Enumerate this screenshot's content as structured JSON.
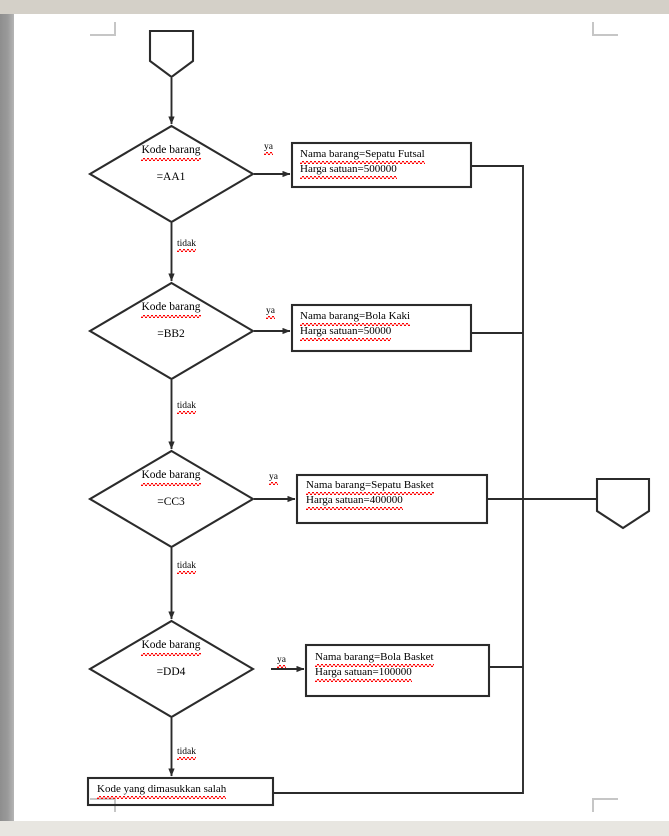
{
  "document": {
    "app": "word-document-page",
    "page_background": "#ffffff",
    "chrome_band_color": "#d4d0c8",
    "gutter_color": "#9a9a9a",
    "crop_mark_color": "#c6c6c6",
    "line_color": "#2b2b2b",
    "spellcheck_underline_color": "#ff0000"
  },
  "flowchart": {
    "title": "Kode barang decision flowchart",
    "connector_start": {
      "name": "off-page-connector-start",
      "label": ""
    },
    "connector_end": {
      "name": "off-page-connector-end",
      "label": ""
    },
    "edge_labels": {
      "yes": "ya",
      "no": "tidak"
    },
    "decisions": [
      {
        "line1": "Kode barang",
        "line2": "=AA1"
      },
      {
        "line1": "Kode barang",
        "line2": "=BB2"
      },
      {
        "line1": "Kode barang",
        "line2": "=CC3"
      },
      {
        "line1": "Kode barang",
        "line2": "=DD4"
      }
    ],
    "processes": [
      {
        "line1": "Nama barang=Sepatu Futsal",
        "line2": "Harga satuan=500000"
      },
      {
        "line1": "Nama barang=Bola Kaki",
        "line2": "Harga satuan=50000"
      },
      {
        "line1": "Nama barang=Sepatu Basket",
        "line2": "Harga satuan=400000"
      },
      {
        "line1": "Nama barang=Bola Basket",
        "line2": "Harga satuan=100000"
      }
    ],
    "error_box": {
      "text": "Kode yang dimasukkan salah"
    },
    "edges": [
      {
        "from": "connector-start",
        "to": "decision-1",
        "label": ""
      },
      {
        "from": "decision-1",
        "to": "process-1",
        "label": "ya"
      },
      {
        "from": "decision-1",
        "to": "decision-2",
        "label": "tidak"
      },
      {
        "from": "decision-2",
        "to": "process-2",
        "label": "ya"
      },
      {
        "from": "decision-2",
        "to": "decision-3",
        "label": "tidak"
      },
      {
        "from": "decision-3",
        "to": "process-3",
        "label": "ya"
      },
      {
        "from": "decision-3",
        "to": "decision-4",
        "label": "tidak"
      },
      {
        "from": "decision-4",
        "to": "process-4",
        "label": "ya"
      },
      {
        "from": "decision-4",
        "to": "error-box",
        "label": "tidak"
      },
      {
        "from": "process-1",
        "to": "connector-end",
        "label": ""
      },
      {
        "from": "process-2",
        "to": "connector-end",
        "label": ""
      },
      {
        "from": "process-3",
        "to": "connector-end",
        "label": ""
      },
      {
        "from": "process-4",
        "to": "connector-end",
        "label": ""
      },
      {
        "from": "error-box",
        "to": "connector-end",
        "label": ""
      }
    ]
  }
}
